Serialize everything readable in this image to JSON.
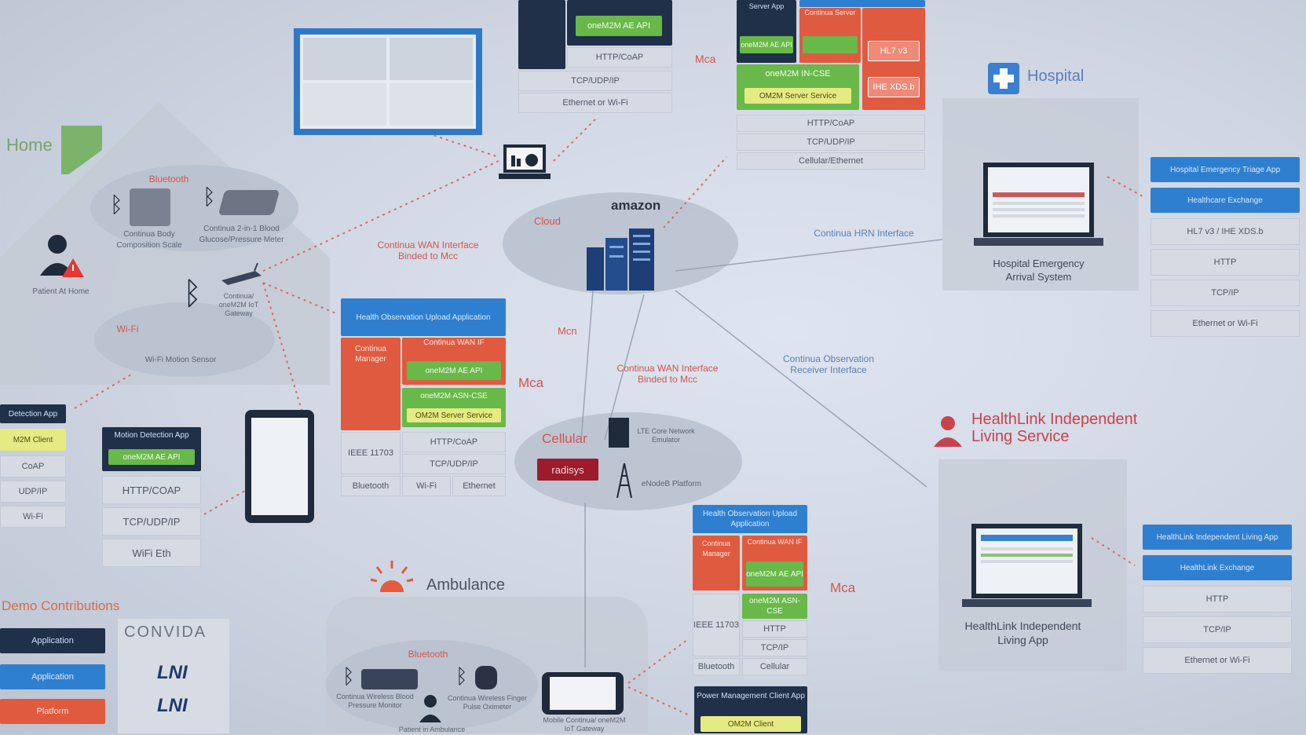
{
  "sections": {
    "home": "Home",
    "hospital": "Hospital",
    "ambulance": "Ambulance",
    "healthlink": "HealthLink Independent Living Service",
    "demo": "Demo Contributions"
  },
  "cloud": {
    "cloud_label": "Cloud",
    "cellular_label": "Cellular",
    "amazon": "amazon",
    "lte": "LTE Core Network Emulator",
    "enodeb": "eNodeB Platform",
    "radisys": "radisys"
  },
  "links": {
    "wan_mcc_left": "Continua WAN Interface Binded to Mcc",
    "wan_mcc_center": "Continua WAN Interface Binded to Mcc",
    "hrn": "Continua HRN Interface",
    "observation": "Continua Observation Receiver Interface",
    "mcn": "Mcn",
    "mca_top": "Mca",
    "mca_mid": "Mca",
    "mca_bottom": "Mca"
  },
  "home": {
    "bluetooth": "Bluetooth",
    "wifi": "Wi-Fi",
    "scale": "Continua Body Composition Scale",
    "bp_meter": "Continua 2-in-1 Blood Glucose/Pressure Meter",
    "patient": "Patient At Home",
    "gateway": "Continua/ oneM2M IoT Gateway",
    "motion_sensor": "Wi-Fi Motion Sensor"
  },
  "left_stack": [
    "Detection App",
    "M2M Client",
    "CoAP",
    "UDP/IP",
    "Wi-Fi"
  ],
  "motion_stack": [
    "Motion Detection App",
    "oneM2M AE API",
    "HTTP/COAP",
    "TCP/UDP/IP",
    "WiFi Eth"
  ],
  "gateway_stack": {
    "header": "Health Observation Upload Application",
    "continua": "Continua Manager",
    "continua_wan": "Continua WAN IF",
    "ae_api": "oneM2M AE API",
    "asn": "oneM2M ASN-CSE",
    "server_service": "OM2M Server Service",
    "ieee": "IEEE 11703",
    "http": "HTTP/CoAP",
    "tcp": "TCP/UDP/IP",
    "bt": "Bluetooth",
    "wifi": "Wi-Fi",
    "eth": "Ethernet"
  },
  "top_center_stack": [
    "oneM2M AE API",
    "HTTP/CoAP",
    "TCP/UDP/IP",
    "Ethernet or Wi-Fi"
  ],
  "server_stack": {
    "app": "Server App",
    "ae": "oneM2M AE API",
    "continua": "Continua Server",
    "hl7": "HL7 v3",
    "xds": "IHE XDS.b",
    "in_cse": "oneM2M IN-CSE",
    "service": "OM2M Server Service",
    "rows": [
      "HTTP/CoAP",
      "TCP/UDP/IP",
      "Cellular/Ethernet"
    ]
  },
  "hospital": {
    "system": "Hospital Emergency Arrival System",
    "stack": [
      "Hospital Emergency Triage App",
      "Healthcare Exchange",
      "HL7 v3 / IHE XDS.b",
      "HTTP",
      "TCP/IP",
      "Ethernet or Wi-Fi"
    ]
  },
  "healthlink": {
    "app": "HealthLink Independent Living App",
    "stack": [
      "HealthLink Independent Living App",
      "HealthLink Exchange",
      "HTTP",
      "TCP/IP",
      "Ethernet or Wi-Fi"
    ]
  },
  "ambulance": {
    "bluetooth": "Bluetooth",
    "bp_monitor": "Continua Wireless Blood Pressure Monitor",
    "oximeter": "Continua Wireless Finger Pulse Oximeter",
    "patient": "Patient in Ambulance",
    "gateway": "Mobile Continua/ oneM2M IoT Gateway",
    "upload_header": "Health Observation Upload Application",
    "continua": "Continua Manager",
    "continua_wan": "Continua WAN IF",
    "ae_api": "oneM2M AE API",
    "asn": "oneM2M ASN-CSE",
    "ieee": "IEEE 11703",
    "http": "HTTP",
    "tcp": "TCP/IP",
    "bt": "Bluetooth",
    "cell": "Cellular",
    "power": "Power Management Client App",
    "m2m_client": "OM2M Client"
  },
  "demo": {
    "application": "Application",
    "application2": "Application",
    "platform": "Platform",
    "convida": "CONVIDA",
    "lni1": "LNI",
    "lni2": "LNI"
  }
}
